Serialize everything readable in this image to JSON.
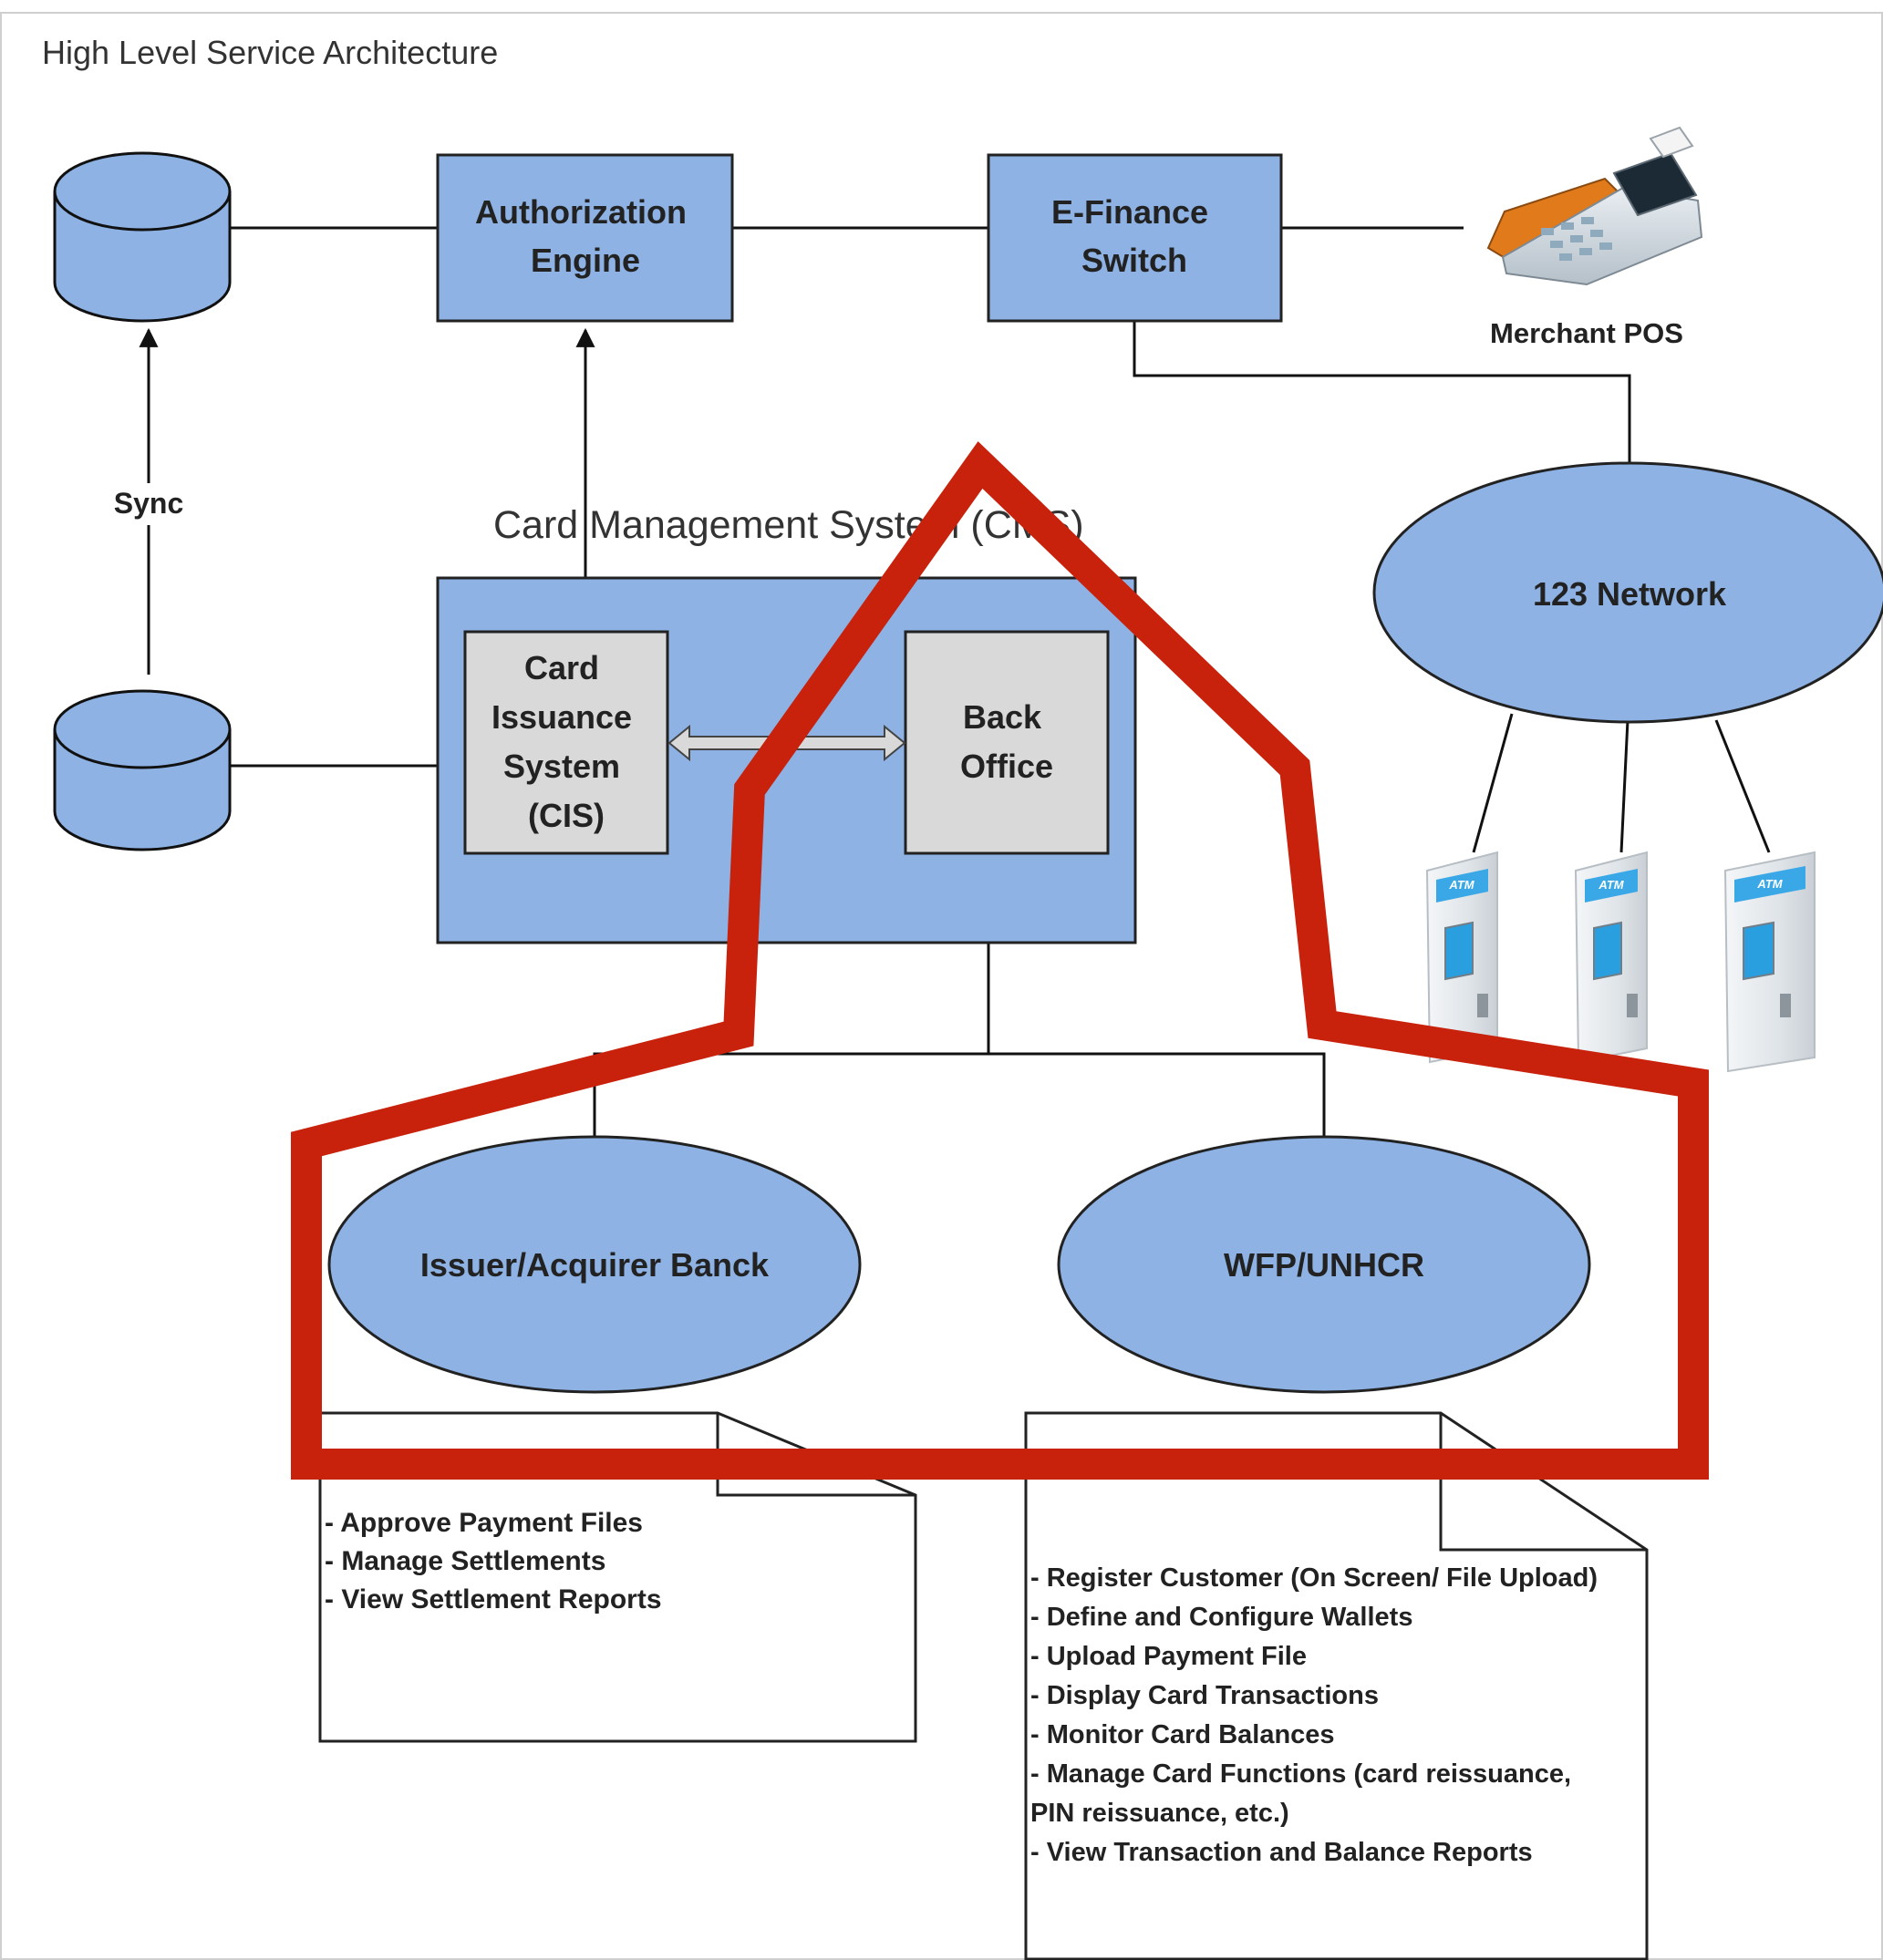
{
  "title": "High Level Service Architecture",
  "colors": {
    "box_fill": "#8DB2E3",
    "inner_box_fill": "#D9D9D9",
    "stroke": "#222222",
    "highlight": "#C8210C",
    "text": "#222222"
  },
  "nodes": {
    "authorization_engine": [
      "Authorization",
      "Engine"
    ],
    "efinance_switch": [
      "E-Finance",
      "Switch"
    ],
    "merchant_pos": "Merchant POS",
    "sync": "Sync",
    "cms_title": "Card Management System (CMS)",
    "cis": [
      "Card",
      "Issuance",
      "System",
      "(CIS)"
    ],
    "back_office": [
      "Back",
      "Office"
    ],
    "network": "123 Network",
    "atm_label": "ATM",
    "issuer_bank": "Issuer/Acquirer Banck",
    "wfp": "WFP/UNHCR"
  },
  "notes": {
    "issuer": [
      "- Approve Payment Files",
      "- Manage Settlements",
      "- View Settlement Reports"
    ],
    "wfp": [
      "- Register Customer (On Screen/ File Upload)",
      "- Define and Configure Wallets",
      "- Upload Payment File",
      "- Display Card Transactions",
      "- Monitor Card Balances",
      "- Manage Card Functions (card reissuance,",
      "PIN reissuance, etc.)",
      "- View Transaction and Balance Reports"
    ]
  },
  "icons": {
    "database_top": "database-icon",
    "database_bottom": "database-icon",
    "pos_terminal": "pos-terminal-icon",
    "atm": "atm-icon"
  }
}
